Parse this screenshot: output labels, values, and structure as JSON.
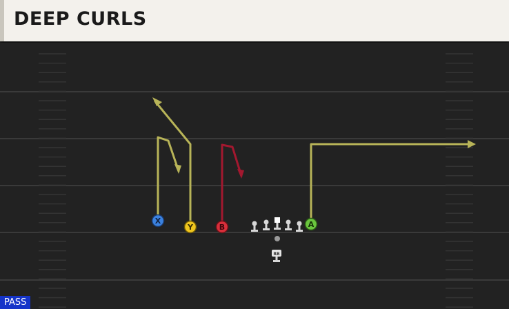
{
  "play": {
    "title": "DEEP CURLS",
    "type": "PASS"
  },
  "colors": {
    "field": "#222222",
    "yard_line": "#3a3a3a",
    "route_yellow": "#b8b458",
    "route_red": "#a3182f",
    "player_x": "#3b82e0",
    "player_y": "#f0c61e",
    "player_b": "#d92f3b",
    "player_a": "#6ac53e",
    "lineman": "#d8d8d8",
    "badge": "#1534c9"
  },
  "players": [
    {
      "id": "X",
      "label": "X",
      "button": "x-button-icon"
    },
    {
      "id": "Y",
      "label": "Y",
      "button": "y-button-icon"
    },
    {
      "id": "B",
      "label": "B",
      "button": "b-button-icon"
    },
    {
      "id": "A",
      "label": "A",
      "button": "a-button-icon"
    }
  ],
  "backfield": {
    "rb_label": "RB"
  }
}
